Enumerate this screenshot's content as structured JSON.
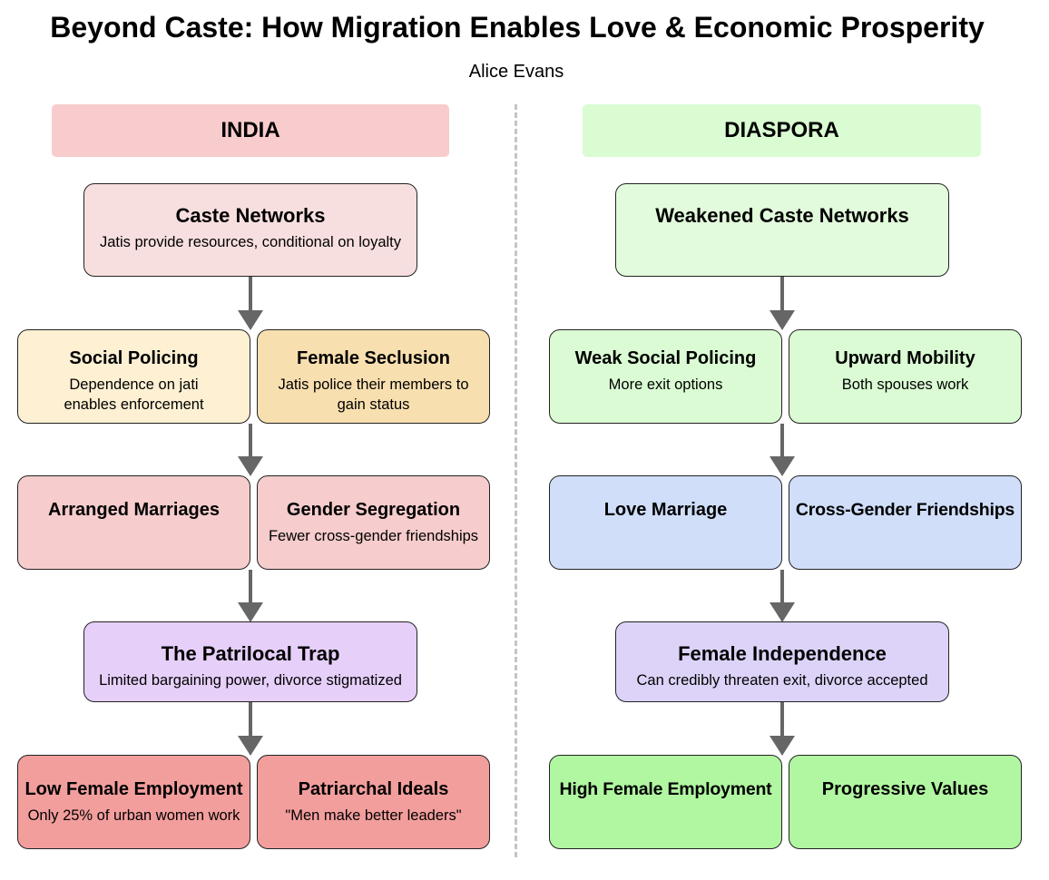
{
  "title": "Beyond Caste: How Migration Enables Love & Economic Prosperity",
  "author": "Alice Evans",
  "columns": {
    "india": {
      "header": "INDIA",
      "caste_networks": {
        "title": "Caste Networks",
        "sub": "Jatis provide resources, conditional on loyalty"
      },
      "social_policing": {
        "title": "Social Policing",
        "sub": "Dependence on jati enables enforcement"
      },
      "female_seclusion": {
        "title": "Female Seclusion",
        "sub": "Jatis police their members to gain status"
      },
      "arranged_marriages": {
        "title": "Arranged Marriages",
        "sub": ""
      },
      "gender_segregation": {
        "title": "Gender Segregation",
        "sub": "Fewer cross-gender friendships"
      },
      "patrilocal_trap": {
        "title": "The Patrilocal Trap",
        "sub": "Limited bargaining power, divorce stigmatized"
      },
      "low_female_employment": {
        "title": "Low Female Employment",
        "sub": "Only 25% of urban women work"
      },
      "patriarchal_ideals": {
        "title": "Patriarchal Ideals",
        "sub": "\"Men make better leaders\""
      }
    },
    "diaspora": {
      "header": "DIASPORA",
      "weakened_caste_networks": {
        "title": "Weakened Caste Networks",
        "sub": ""
      },
      "weak_social_policing": {
        "title": "Weak Social Policing",
        "sub": "More exit options"
      },
      "upward_mobility": {
        "title": "Upward Mobility",
        "sub": "Both spouses work"
      },
      "love_marriage": {
        "title": "Love Marriage",
        "sub": ""
      },
      "cross_gender_friendships": {
        "title": "Cross-Gender Friendships",
        "sub": ""
      },
      "female_independence": {
        "title": "Female Independence",
        "sub": "Can credibly threaten exit, divorce accepted"
      },
      "high_female_employment": {
        "title": "High Female Employment",
        "sub": ""
      },
      "progressive_values": {
        "title": "Progressive Values",
        "sub": ""
      }
    }
  },
  "colors": {
    "india_header": "#f8cccc",
    "diaspora_header": "#d9fcd2",
    "caste_networks": "#f8dfdf",
    "social_policing": "#fdf0d3",
    "female_seclusion": "#f8dfb0",
    "india_marriage_row": "#f6cccc",
    "patrilocal_trap": "#e6cff9",
    "india_outcomes": "#f29e9d",
    "weakened_caste_networks": "#e2fbdc",
    "diaspora_policing_row": "#dafbd3",
    "diaspora_marriage_row": "#d0defa",
    "female_independence": "#ddd3f8",
    "diaspora_outcomes": "#b1f7a1",
    "arrow": "#666666"
  }
}
